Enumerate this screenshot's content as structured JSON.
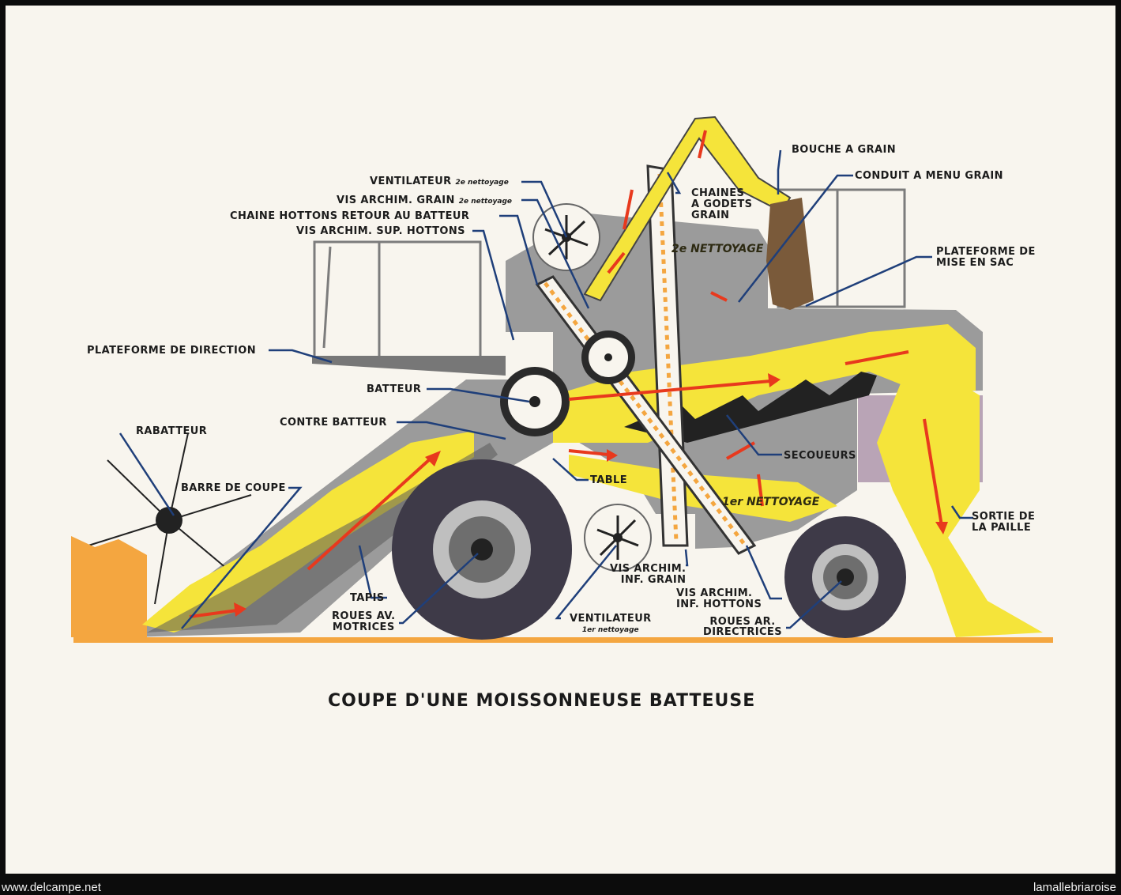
{
  "title": "COUPE D'UNE MOISSONNEUSE BATTEUSE",
  "labels": {
    "bouche": "BOUCHE A GRAIN",
    "conduit": "CONDUIT A MENU GRAIN",
    "vent2": "VENTILATEUR",
    "vent2_sub": "2e nettoyage",
    "vis_grain2": "VIS ARCHIM. GRAIN",
    "vis_grain2_sub": "2e nettoyage",
    "chaine_retour": "CHAINE HOTTONS RETOUR AU BATTEUR",
    "vis_sup": "VIS ARCHIM. SUP. HOTTONS",
    "chaines_1": "CHAINES",
    "chaines_2": "A GODETS",
    "chaines_3": "GRAIN",
    "plateforme_sac_1": "PLATEFORME DE",
    "plateforme_sac_2": "MISE  EN  SAC",
    "plateforme_dir": "PLATEFORME DE DIRECTION",
    "batteur": "BATTEUR",
    "contre": "CONTRE BATTEUR",
    "secoueurs": "SECOUEURS",
    "rabatteur": "RABATTEUR",
    "barre": "BARRE DE COUPE",
    "table": "TABLE",
    "sortie_1": "SORTIE DE",
    "sortie_2": "LA PAILLE",
    "tapis": "TAPIS",
    "roues_av_1": "ROUES AV.",
    "roues_av_2": "MOTRICES",
    "vent1": "VENTILATEUR",
    "vent1_sub": "1er nettoyage",
    "vis_inf_grain_1": "VIS ARCHIM.",
    "vis_inf_grain_2": "INF.  GRAIN",
    "vis_inf_hot_1": "VIS   ARCHIM.",
    "vis_inf_hot_2": "INF. HOTTONS",
    "roues_ar_1": "ROUES AR.",
    "roues_ar_2": "DIRECTRICES",
    "nettoyage2": "2e NETTOYAGE",
    "nettoyage1": "1er NETTOYAGE"
  },
  "footer": {
    "left": "www.delcampe.net",
    "right": "lamallebriaroise"
  },
  "colors": {
    "paper": "#f8f5ee",
    "body_grey": "#9b9b9b",
    "straw_yellow": "#f5e43a",
    "straw_orange": "#f4a640",
    "arrow_red": "#e8391d",
    "leader_blue": "#1f3f7a",
    "wheel_dark": "#3e3a48",
    "sack_brown": "#7a5a3a"
  }
}
